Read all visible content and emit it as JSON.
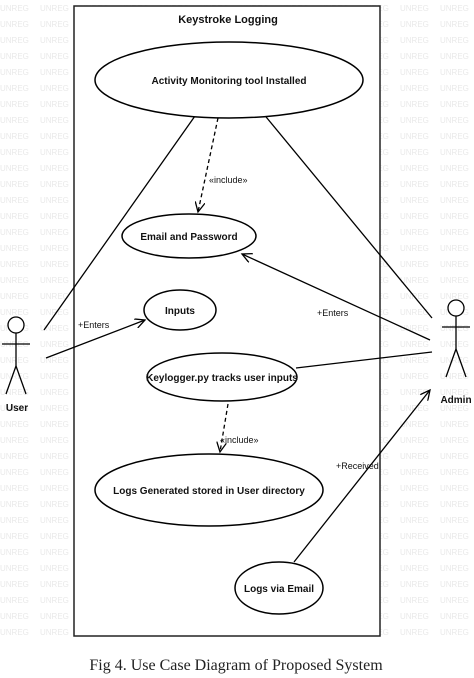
{
  "system_boundary": {
    "title": "Keystroke Logging"
  },
  "use_cases": {
    "activity_monitoring": "Activity Monitoring tool Installed",
    "email_password": "Email  and Password",
    "inputs": "Inputs",
    "keylogger": "Keylogger.py tracks user inputs",
    "logs_generated": "Logs Generated stored in  User directory",
    "logs_email": "Logs via Email"
  },
  "actors": {
    "user": "User",
    "admin": "Admin"
  },
  "relations": {
    "include_1": "«include»",
    "include_2": "«include»",
    "user_enters": "+Enters",
    "admin_enters": "+Enters",
    "received": "+Received"
  },
  "caption": "Fig 4. Use Case Diagram of  Proposed System"
}
